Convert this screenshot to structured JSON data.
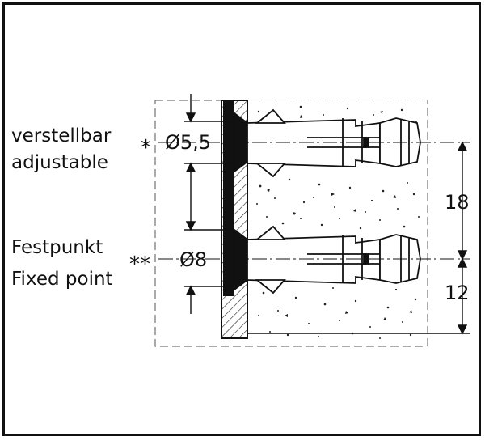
{
  "labels": {
    "adjustable_de": "verstellbar",
    "adjustable_en": "adjustable",
    "adjustable_marker": "*",
    "adjustable_diameter": "Ø5,5",
    "fixed_de": "Festpunkt",
    "fixed_en": "Fixed point",
    "fixed_marker": "**",
    "fixed_diameter": "Ø8"
  },
  "dimensions": {
    "spacing": "18",
    "offset": "12"
  }
}
